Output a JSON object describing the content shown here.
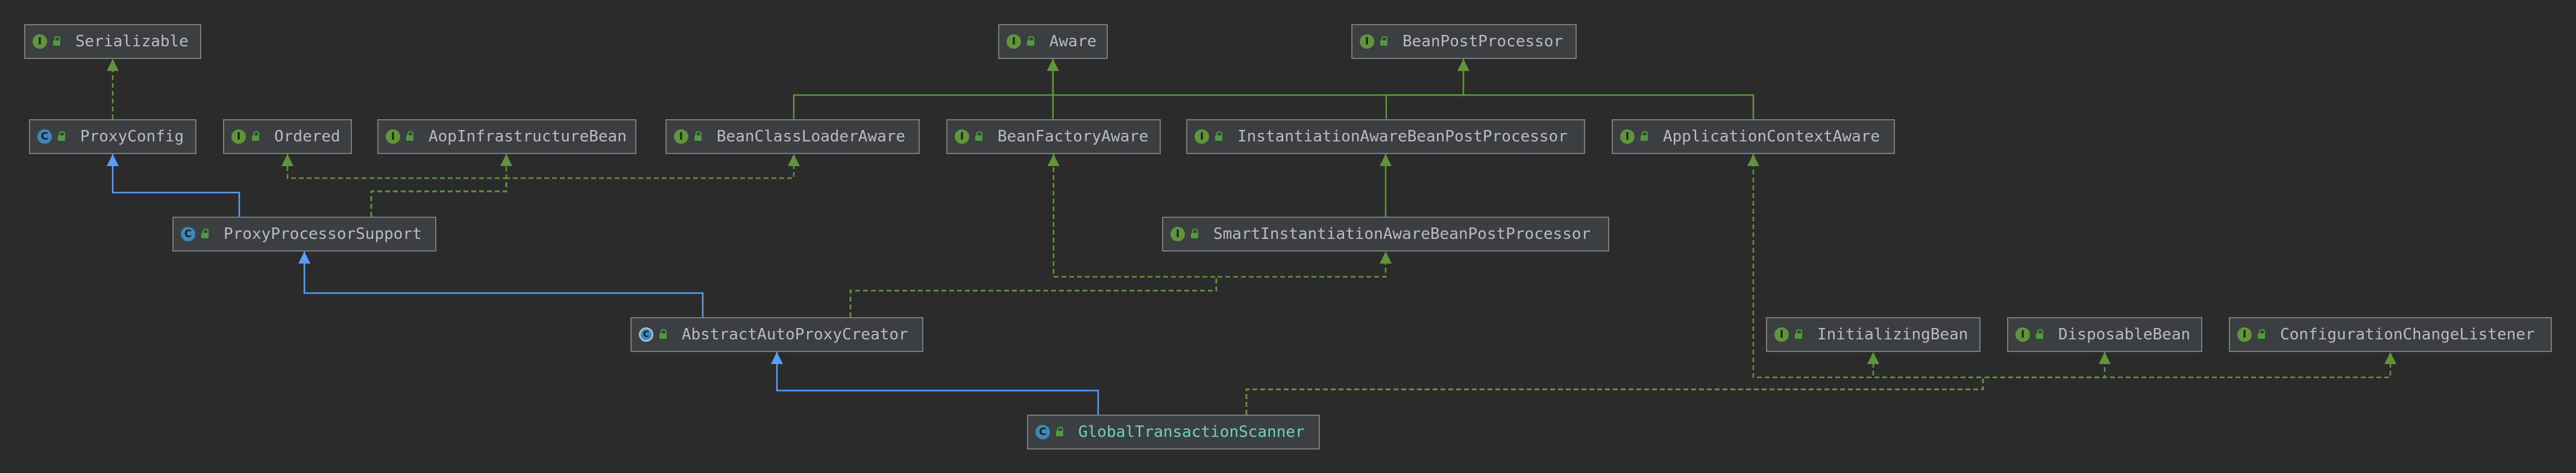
{
  "diagram": {
    "nodes": [
      {
        "id": "Serializable",
        "label": "Serializable",
        "kind": "interface",
        "kind_glyph": "I"
      },
      {
        "id": "Aware",
        "label": "Aware",
        "kind": "interface",
        "kind_glyph": "I"
      },
      {
        "id": "BeanPostProcessor",
        "label": "BeanPostProcessor",
        "kind": "interface",
        "kind_glyph": "I"
      },
      {
        "id": "ProxyConfig",
        "label": "ProxyConfig",
        "kind": "class",
        "kind_glyph": "C"
      },
      {
        "id": "Ordered",
        "label": "Ordered",
        "kind": "interface",
        "kind_glyph": "I"
      },
      {
        "id": "AopInfrastructureBean",
        "label": "AopInfrastructureBean",
        "kind": "interface",
        "kind_glyph": "I"
      },
      {
        "id": "BeanClassLoaderAware",
        "label": "BeanClassLoaderAware",
        "kind": "interface",
        "kind_glyph": "I"
      },
      {
        "id": "BeanFactoryAware",
        "label": "BeanFactoryAware",
        "kind": "interface",
        "kind_glyph": "I"
      },
      {
        "id": "InstantiationAwareBeanPostProcessor",
        "label": "InstantiationAwareBeanPostProcessor",
        "kind": "interface",
        "kind_glyph": "I"
      },
      {
        "id": "ApplicationContextAware",
        "label": "ApplicationContextAware",
        "kind": "interface",
        "kind_glyph": "I"
      },
      {
        "id": "ProxyProcessorSupport",
        "label": "ProxyProcessorSupport",
        "kind": "class",
        "kind_glyph": "C"
      },
      {
        "id": "SmartInstantiationAwareBeanPostProcessor",
        "label": "SmartInstantiationAwareBeanPostProcessor",
        "kind": "interface",
        "kind_glyph": "I"
      },
      {
        "id": "AbstractAutoProxyCreator",
        "label": "AbstractAutoProxyCreator",
        "kind": "abstract-class",
        "kind_glyph": "C"
      },
      {
        "id": "InitializingBean",
        "label": "InitializingBean",
        "kind": "interface",
        "kind_glyph": "I"
      },
      {
        "id": "DisposableBean",
        "label": "DisposableBean",
        "kind": "interface",
        "kind_glyph": "I"
      },
      {
        "id": "ConfigurationChangeListener",
        "label": "ConfigurationChangeListener",
        "kind": "interface",
        "kind_glyph": "I"
      },
      {
        "id": "GlobalTransactionScanner",
        "label": "GlobalTransactionScanner",
        "kind": "class",
        "kind_glyph": "C",
        "selected": true
      }
    ],
    "edges": [
      {
        "from": "ProxyConfig",
        "to": "Serializable",
        "type": "implements"
      },
      {
        "from": "BeanClassLoaderAware",
        "to": "Aware",
        "type": "extends-interface"
      },
      {
        "from": "BeanFactoryAware",
        "to": "Aware",
        "type": "extends-interface"
      },
      {
        "from": "ApplicationContextAware",
        "to": "Aware",
        "type": "extends-interface"
      },
      {
        "from": "InstantiationAwareBeanPostProcessor",
        "to": "BeanPostProcessor",
        "type": "extends-interface"
      },
      {
        "from": "ProxyProcessorSupport",
        "to": "ProxyConfig",
        "type": "extends"
      },
      {
        "from": "ProxyProcessorSupport",
        "to": "Ordered",
        "type": "implements"
      },
      {
        "from": "ProxyProcessorSupport",
        "to": "AopInfrastructureBean",
        "type": "implements"
      },
      {
        "from": "ProxyProcessorSupport",
        "to": "BeanClassLoaderAware",
        "type": "implements"
      },
      {
        "from": "SmartInstantiationAwareBeanPostProcessor",
        "to": "InstantiationAwareBeanPostProcessor",
        "type": "extends-interface"
      },
      {
        "from": "AbstractAutoProxyCreator",
        "to": "ProxyProcessorSupport",
        "type": "extends"
      },
      {
        "from": "AbstractAutoProxyCreator",
        "to": "SmartInstantiationAwareBeanPostProcessor",
        "type": "implements"
      },
      {
        "from": "AbstractAutoProxyCreator",
        "to": "BeanFactoryAware",
        "type": "implements"
      },
      {
        "from": "GlobalTransactionScanner",
        "to": "AbstractAutoProxyCreator",
        "type": "extends"
      },
      {
        "from": "GlobalTransactionScanner",
        "to": "InitializingBean",
        "type": "implements"
      },
      {
        "from": "GlobalTransactionScanner",
        "to": "DisposableBean",
        "type": "implements"
      },
      {
        "from": "GlobalTransactionScanner",
        "to": "ApplicationContextAware",
        "type": "implements"
      },
      {
        "from": "GlobalTransactionScanner",
        "to": "ConfigurationChangeListener",
        "type": "implements"
      }
    ]
  },
  "colors": {
    "background": "#2b2b2b",
    "node_fill": "#3c3f41",
    "node_border": "#7a7a7a",
    "text": "#bbbbbb",
    "interface_badge": "#62953b",
    "class_badge": "#3c88b6",
    "extends_edge": "#589df6",
    "implements_edge": "#62953b",
    "interface_edge": "#62953b"
  }
}
